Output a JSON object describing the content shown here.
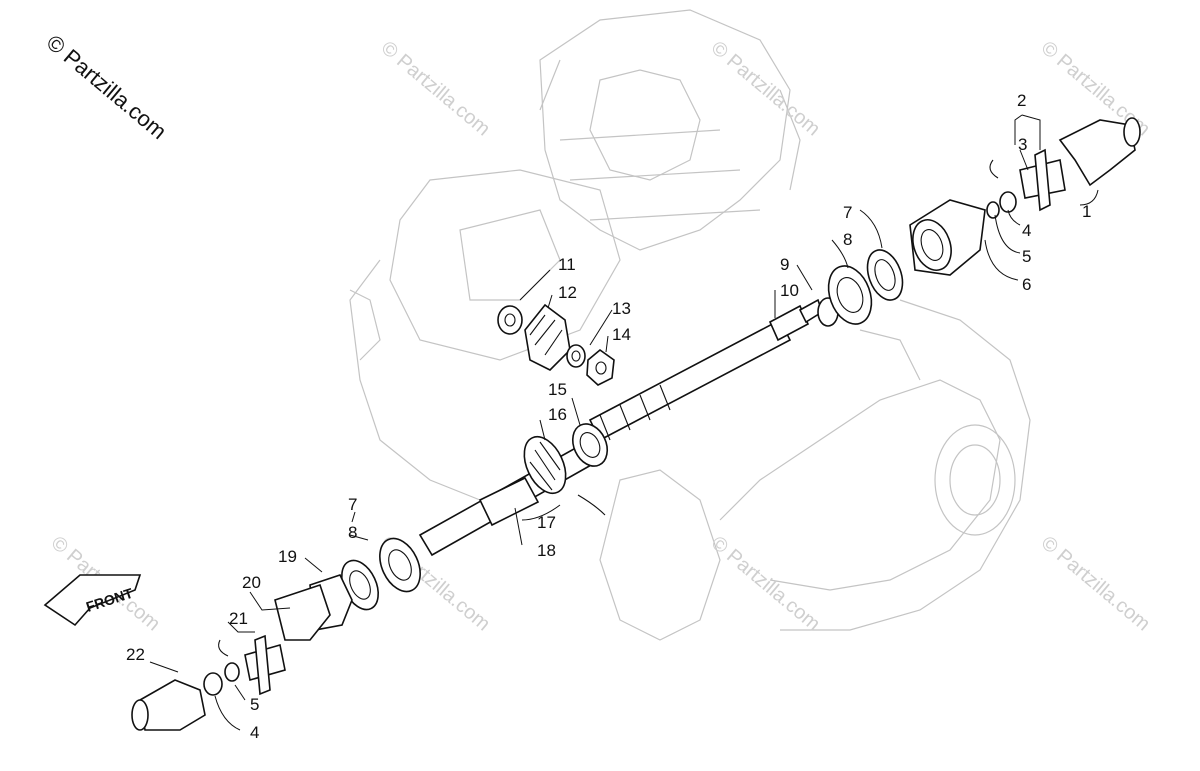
{
  "copyright": "© Partzilla.com",
  "watermark": "© Partzilla.com",
  "front_label": "FRONT",
  "callouts": {
    "c1": "1",
    "c2": "2",
    "c3": "3",
    "c4a": "4",
    "c5a": "5",
    "c6": "6",
    "c7a": "7",
    "c8a": "8",
    "c9": "9",
    "c10": "10",
    "c11": "11",
    "c12": "12",
    "c13": "13",
    "c14": "14",
    "c15": "15",
    "c16": "16",
    "c17": "17",
    "c18": "18",
    "c7b": "7",
    "c8b": "8",
    "c19": "19",
    "c20": "20",
    "c21": "21",
    "c22": "22",
    "c5b": "5",
    "c4b": "4"
  }
}
